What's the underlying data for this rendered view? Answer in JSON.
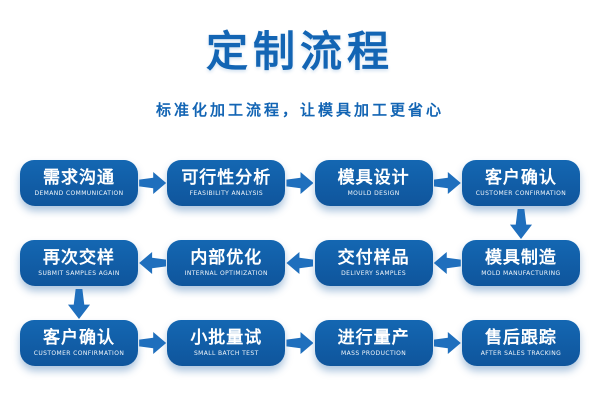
{
  "header": {
    "title": "定制流程",
    "subtitle": "标准化加工流程，让模具加工更省心"
  },
  "flow": {
    "rows": [
      {
        "direction": "right",
        "steps": [
          {
            "cn": "需求沟通",
            "en": "DEMAND COMMUNICATION"
          },
          {
            "cn": "可行性分析",
            "en": "FEASIBILITY ANALYSIS"
          },
          {
            "cn": "模具设计",
            "en": "MOULD DESIGN"
          },
          {
            "cn": "客户确认",
            "en": "CUSTOMER CONFIRMATION"
          }
        ]
      },
      {
        "direction": "left",
        "steps": [
          {
            "cn": "再次交样",
            "en": "SUBMIT SAMPLES AGAIN"
          },
          {
            "cn": "内部优化",
            "en": "INTERNAL OPTIMIZATION"
          },
          {
            "cn": "交付样品",
            "en": "DELIVERY SAMPLES"
          },
          {
            "cn": "模具制造",
            "en": "MOLD MANUFACTURING"
          }
        ]
      },
      {
        "direction": "right",
        "steps": [
          {
            "cn": "客户确认",
            "en": "CUSTOMER CONFIRMATION"
          },
          {
            "cn": "小批量试",
            "en": "SMALL BATCH TEST"
          },
          {
            "cn": "进行量产",
            "en": "MASS PRODUCTION"
          },
          {
            "cn": "售后跟踪",
            "en": "AFTER SALES TRACKING"
          }
        ]
      }
    ]
  },
  "icons": {
    "arrow_right": "block-arrow-right",
    "arrow_left": "block-arrow-left",
    "arrow_down": "block-arrow-down"
  },
  "colors": {
    "title_blue": "#1365b4",
    "box_blue": "#1467b2",
    "box_blue_dark": "#0f559c",
    "arrow_blue": "#1f6fbd"
  }
}
